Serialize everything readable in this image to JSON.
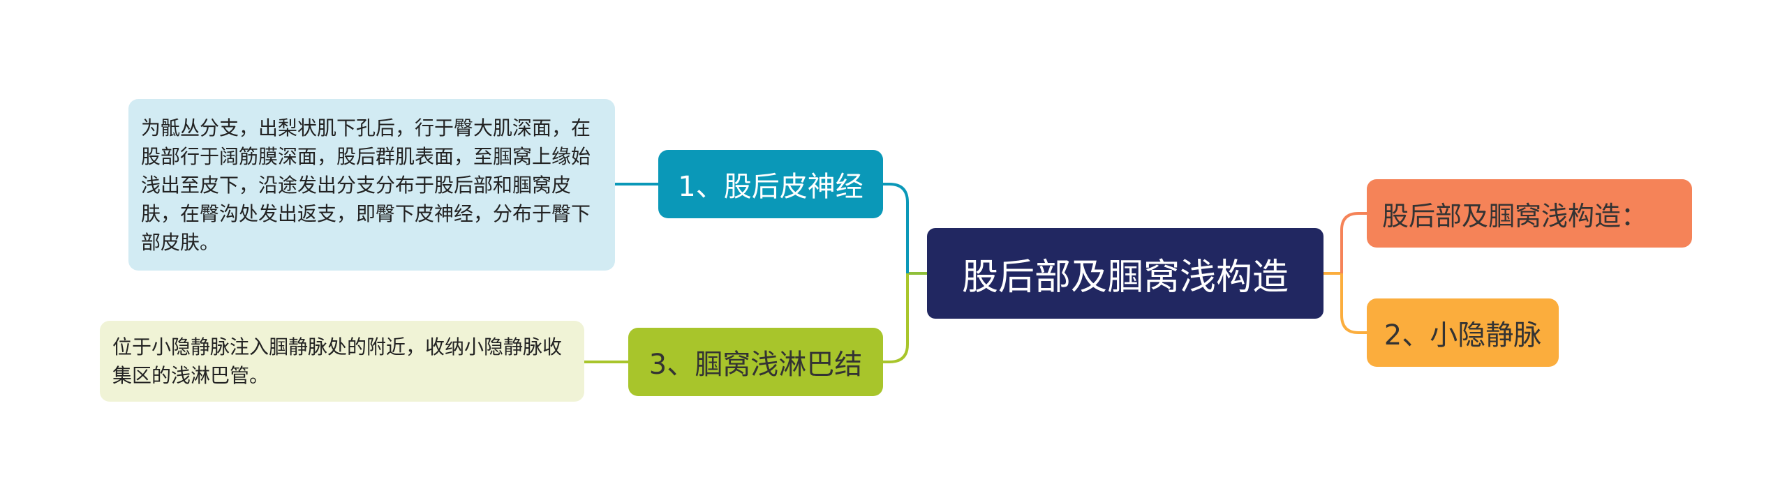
{
  "center": {
    "title": "股后部及腘窝浅构造"
  },
  "left_branches": [
    {
      "label": "1、股后皮神经",
      "detail": "为骶丛分支，出梨状肌下孔后，行于臀大肌深面，在股部行于阔筋膜深面，股后群肌表面，至腘窝上缘始浅出至皮下，沿途发出分支分布于股后部和腘窝皮肤，在臀沟处发出返支，即臀下皮神经，分布于臀下部皮肤。"
    },
    {
      "label": "3、腘窝浅淋巴结",
      "detail": "位于小隐静脉注入腘静脉处的附近，收纳小隐静脉收集区的浅淋巴管。"
    }
  ],
  "right_branches": [
    {
      "label": "股后部及腘窝浅构造："
    },
    {
      "label": "2、小隐静脉"
    }
  ],
  "colors": {
    "center": "#212761",
    "branch1": "#0a98b8",
    "branch3": "#a8c52b",
    "right1": "#f58358",
    "right2": "#fbad3d",
    "detail1_bg": "#d2ebf3",
    "detail3_bg": "#f0f3d6"
  }
}
